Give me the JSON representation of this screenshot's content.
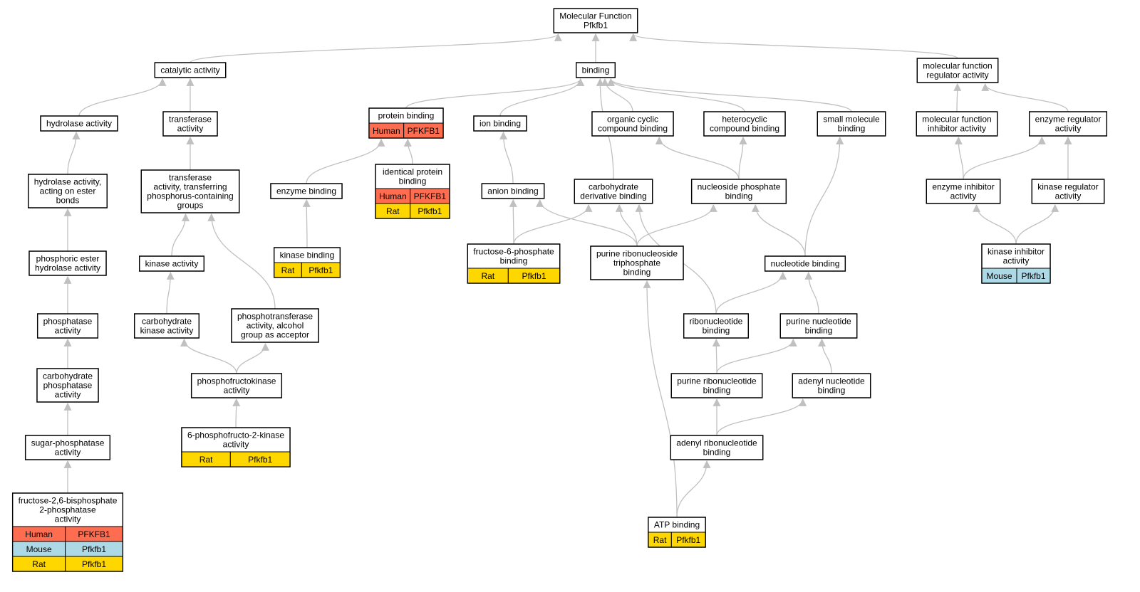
{
  "colors": {
    "edge": "#c0c0c0",
    "human": "#fe6d50",
    "mouse": "#add8e6",
    "rat": "#ffd700"
  },
  "nodes": [
    {
      "id": "mf",
      "lines": [
        "Molecular Function",
        "Pfkfb1"
      ]
    },
    {
      "id": "catalytic",
      "lines": [
        "catalytic activity"
      ]
    },
    {
      "id": "binding",
      "lines": [
        "binding"
      ]
    },
    {
      "id": "mfreg",
      "lines": [
        "molecular function",
        "regulator activity"
      ]
    },
    {
      "id": "hydrolase",
      "lines": [
        "hydrolase activity"
      ]
    },
    {
      "id": "transferase",
      "lines": [
        "transferase",
        "activity"
      ]
    },
    {
      "id": "protbind",
      "lines": [
        "protein binding"
      ],
      "species": [
        {
          "org": "Human",
          "gene": "PFKFB1"
        }
      ]
    },
    {
      "id": "ionbind",
      "lines": [
        "ion binding"
      ]
    },
    {
      "id": "orgcyc",
      "lines": [
        "organic cyclic",
        "compound binding"
      ]
    },
    {
      "id": "hetcyc",
      "lines": [
        "heterocyclic",
        "compound binding"
      ]
    },
    {
      "id": "smallmol",
      "lines": [
        "small molecule",
        "binding"
      ]
    },
    {
      "id": "mfinhib",
      "lines": [
        "molecular function",
        "inhibitor activity"
      ]
    },
    {
      "id": "enzreg",
      "lines": [
        "enzyme regulator",
        "activity"
      ]
    },
    {
      "id": "hydester",
      "lines": [
        "hydrolase activity,",
        "acting on ester",
        "bonds"
      ]
    },
    {
      "id": "transphos",
      "lines": [
        "transferase",
        "activity, transferring",
        "phosphorus-containing",
        "groups"
      ]
    },
    {
      "id": "enzbind",
      "lines": [
        "enzyme binding"
      ]
    },
    {
      "id": "identprot",
      "lines": [
        "identical protein",
        "binding"
      ],
      "species": [
        {
          "org": "Human",
          "gene": "PFKFB1"
        },
        {
          "org": "Rat",
          "gene": "Pfkfb1"
        }
      ]
    },
    {
      "id": "anion",
      "lines": [
        "anion binding"
      ]
    },
    {
      "id": "carbderiv",
      "lines": [
        "carbohydrate",
        "derivative binding"
      ]
    },
    {
      "id": "nucphos",
      "lines": [
        "nucleoside phosphate",
        "binding"
      ]
    },
    {
      "id": "enzinhib",
      "lines": [
        "enzyme inhibitor",
        "activity"
      ]
    },
    {
      "id": "kinreg",
      "lines": [
        "kinase regulator",
        "activity"
      ]
    },
    {
      "id": "phosester",
      "lines": [
        "phosphoric ester",
        "hydrolase activity"
      ]
    },
    {
      "id": "kinase",
      "lines": [
        "kinase activity"
      ]
    },
    {
      "id": "kinbind",
      "lines": [
        "kinase binding"
      ],
      "species": [
        {
          "org": "Rat",
          "gene": "Pfkfb1"
        }
      ]
    },
    {
      "id": "f6p",
      "lines": [
        "fructose-6-phosphate",
        "binding"
      ],
      "species": [
        {
          "org": "Rat",
          "gene": "Pfkfb1"
        }
      ]
    },
    {
      "id": "purtri",
      "lines": [
        "purine ribonucleoside",
        "triphosphate",
        "binding"
      ]
    },
    {
      "id": "nucbind",
      "lines": [
        "nucleotide binding"
      ]
    },
    {
      "id": "kininhib",
      "lines": [
        "kinase inhibitor",
        "activity"
      ],
      "species": [
        {
          "org": "Mouse",
          "gene": "Pfkfb1"
        }
      ]
    },
    {
      "id": "phosphatase",
      "lines": [
        "phosphatase",
        "activity"
      ]
    },
    {
      "id": "carbkin",
      "lines": [
        "carbohydrate",
        "kinase activity"
      ]
    },
    {
      "id": "phosalc",
      "lines": [
        "phosphotransferase",
        "activity, alcohol",
        "group as acceptor"
      ]
    },
    {
      "id": "ribonuc",
      "lines": [
        "ribonucleotide",
        "binding"
      ]
    },
    {
      "id": "purnuc",
      "lines": [
        "purine nucleotide",
        "binding"
      ]
    },
    {
      "id": "carbphos",
      "lines": [
        "carbohydrate",
        "phosphatase",
        "activity"
      ]
    },
    {
      "id": "pfk",
      "lines": [
        "phosphofructokinase",
        "activity"
      ]
    },
    {
      "id": "purribo",
      "lines": [
        "purine ribonucleotide",
        "binding"
      ]
    },
    {
      "id": "adenyl",
      "lines": [
        "adenyl nucleotide",
        "binding"
      ]
    },
    {
      "id": "sugphos",
      "lines": [
        "sugar-phosphatase",
        "activity"
      ]
    },
    {
      "id": "pf2k",
      "lines": [
        "6-phosphofructo-2-kinase",
        "activity"
      ],
      "species": [
        {
          "org": "Rat",
          "gene": "Pfkfb1"
        }
      ]
    },
    {
      "id": "adenylribo",
      "lines": [
        "adenyl ribonucleotide",
        "binding"
      ]
    },
    {
      "id": "f26bp",
      "lines": [
        "fructose-2,6-bisphosphate",
        "2-phosphatase",
        "activity"
      ],
      "species": [
        {
          "org": "Human",
          "gene": "PFKFB1"
        },
        {
          "org": "Mouse",
          "gene": "Pfkfb1"
        },
        {
          "org": "Rat",
          "gene": "Pfkfb1"
        }
      ]
    },
    {
      "id": "atp",
      "lines": [
        "ATP binding"
      ],
      "species": [
        {
          "org": "Rat",
          "gene": "Pfkfb1"
        }
      ]
    }
  ],
  "edges": [
    [
      "catalytic",
      "mf"
    ],
    [
      "binding",
      "mf"
    ],
    [
      "mfreg",
      "mf"
    ],
    [
      "hydrolase",
      "catalytic"
    ],
    [
      "transferase",
      "catalytic"
    ],
    [
      "protbind",
      "binding"
    ],
    [
      "ionbind",
      "binding"
    ],
    [
      "orgcyc",
      "binding"
    ],
    [
      "hetcyc",
      "binding"
    ],
    [
      "smallmol",
      "binding"
    ],
    [
      "carbderiv",
      "binding"
    ],
    [
      "mfinhib",
      "mfreg"
    ],
    [
      "enzreg",
      "mfreg"
    ],
    [
      "hydester",
      "hydrolase"
    ],
    [
      "transphos",
      "transferase"
    ],
    [
      "enzbind",
      "protbind"
    ],
    [
      "identprot",
      "protbind"
    ],
    [
      "anion",
      "ionbind"
    ],
    [
      "nucphos",
      "orgcyc"
    ],
    [
      "nucphos",
      "hetcyc"
    ],
    [
      "enzinhib",
      "mfinhib"
    ],
    [
      "enzinhib",
      "enzreg"
    ],
    [
      "kinreg",
      "enzreg"
    ],
    [
      "phosester",
      "hydester"
    ],
    [
      "kinase",
      "transphos"
    ],
    [
      "phosalc",
      "transphos"
    ],
    [
      "kinbind",
      "enzbind"
    ],
    [
      "f6p",
      "anion"
    ],
    [
      "f6p",
      "carbderiv"
    ],
    [
      "purtri",
      "anion"
    ],
    [
      "purtri",
      "carbderiv"
    ],
    [
      "purtri",
      "nucphos"
    ],
    [
      "nucbind",
      "smallmol"
    ],
    [
      "nucbind",
      "nucphos"
    ],
    [
      "kininhib",
      "enzinhib"
    ],
    [
      "kininhib",
      "kinreg"
    ],
    [
      "phosphatase",
      "phosester"
    ],
    [
      "carbkin",
      "kinase"
    ],
    [
      "ribonuc",
      "nucbind"
    ],
    [
      "ribonuc",
      "carbderiv"
    ],
    [
      "purnuc",
      "nucbind"
    ],
    [
      "carbphos",
      "phosphatase"
    ],
    [
      "pfk",
      "carbkin"
    ],
    [
      "pfk",
      "phosalc"
    ],
    [
      "purribo",
      "ribonuc"
    ],
    [
      "purribo",
      "purnuc"
    ],
    [
      "adenyl",
      "purnuc"
    ],
    [
      "sugphos",
      "carbphos"
    ],
    [
      "pf2k",
      "pfk"
    ],
    [
      "adenylribo",
      "purribo"
    ],
    [
      "adenylribo",
      "adenyl"
    ],
    [
      "f26bp",
      "sugphos"
    ],
    [
      "atp",
      "adenylribo"
    ],
    [
      "atp",
      "purtri"
    ]
  ]
}
